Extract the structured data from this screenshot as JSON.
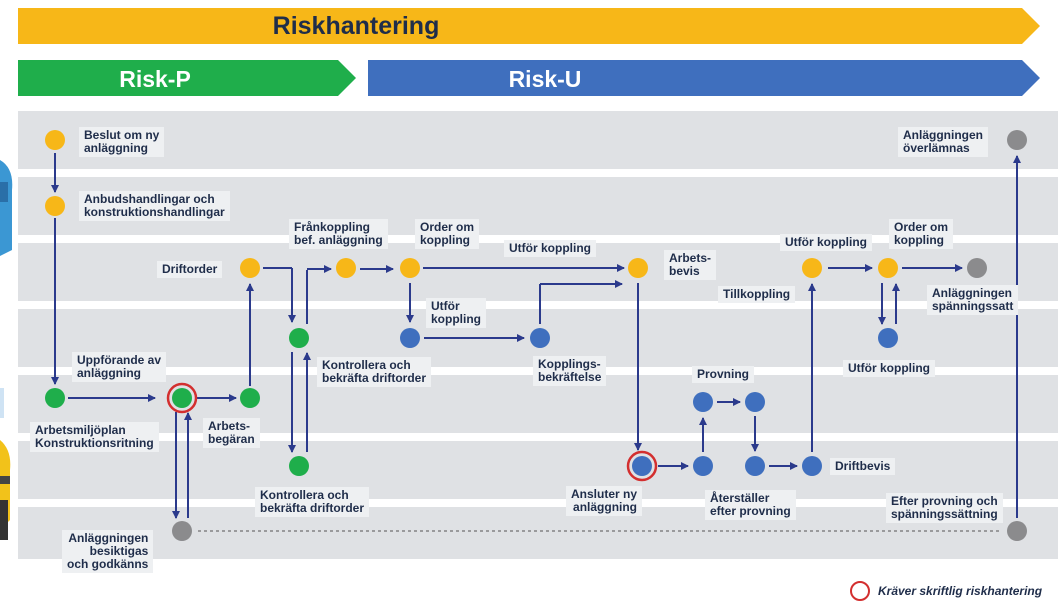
{
  "colors": {
    "orange": "#f7b718",
    "green": "#1fae4b",
    "blue": "#3f6fbe",
    "gray": "#8b8b8d",
    "ring": "#d32f2f",
    "arrow": "#2b3a8c",
    "band": "#dfe1e4"
  },
  "banner": {
    "title": "Riskhantering"
  },
  "phases": {
    "p_label": "Risk-P",
    "u_label": "Risk-U"
  },
  "labels": {
    "beslut": "Beslut om ny\nanläggning",
    "anbud": "Anbudshandlingar och\nkonstruktionshandlingar",
    "uppforande": "Uppförande av\nanläggning",
    "arbetsmiljo": "Arbetsmiljöplan\nKonstruktionsritning",
    "arbetsbegaran": "Arbets-\nbegäran",
    "besiktigas": "Anläggningen\nbesiktigas\noch godkänns",
    "driftorder": "Driftorder",
    "frankoppling": "Frånkoppling\nbef. anläggning",
    "kontrollera1": "Kontrollera och\nbekräfta driftorder",
    "kontrollera2": "Kontrollera och\nbekräfta driftorder",
    "order_koppling1": "Order om\nkoppling",
    "utfor_koppling_small": "Utför\nkoppling",
    "utfor_koppling_top": "Utför koppling",
    "kopplingsbekraftelse": "Kopplings-\nbekräftelse",
    "arbetsbevis": "Arbets-\nbevis",
    "ansluter": "Ansluter ny\nanläggning",
    "provning": "Provning",
    "aterstaller": "Återställer\nefter provning",
    "driftbevis": "Driftbevis",
    "tillkoppling": "Tillkoppling",
    "utfor_koppling_right": "Utför koppling",
    "order_koppling2": "Order om\nkoppling",
    "utfor_koppling_bottom": "Utför koppling",
    "spanningssatt": "Anläggningen\nspänningssatt",
    "overlamnas": "Anläggningen\növerlämnas",
    "efter_provning": "Efter provning och\nspänningssättning"
  },
  "legend": {
    "text": "Kräver skriftlig riskhantering"
  }
}
